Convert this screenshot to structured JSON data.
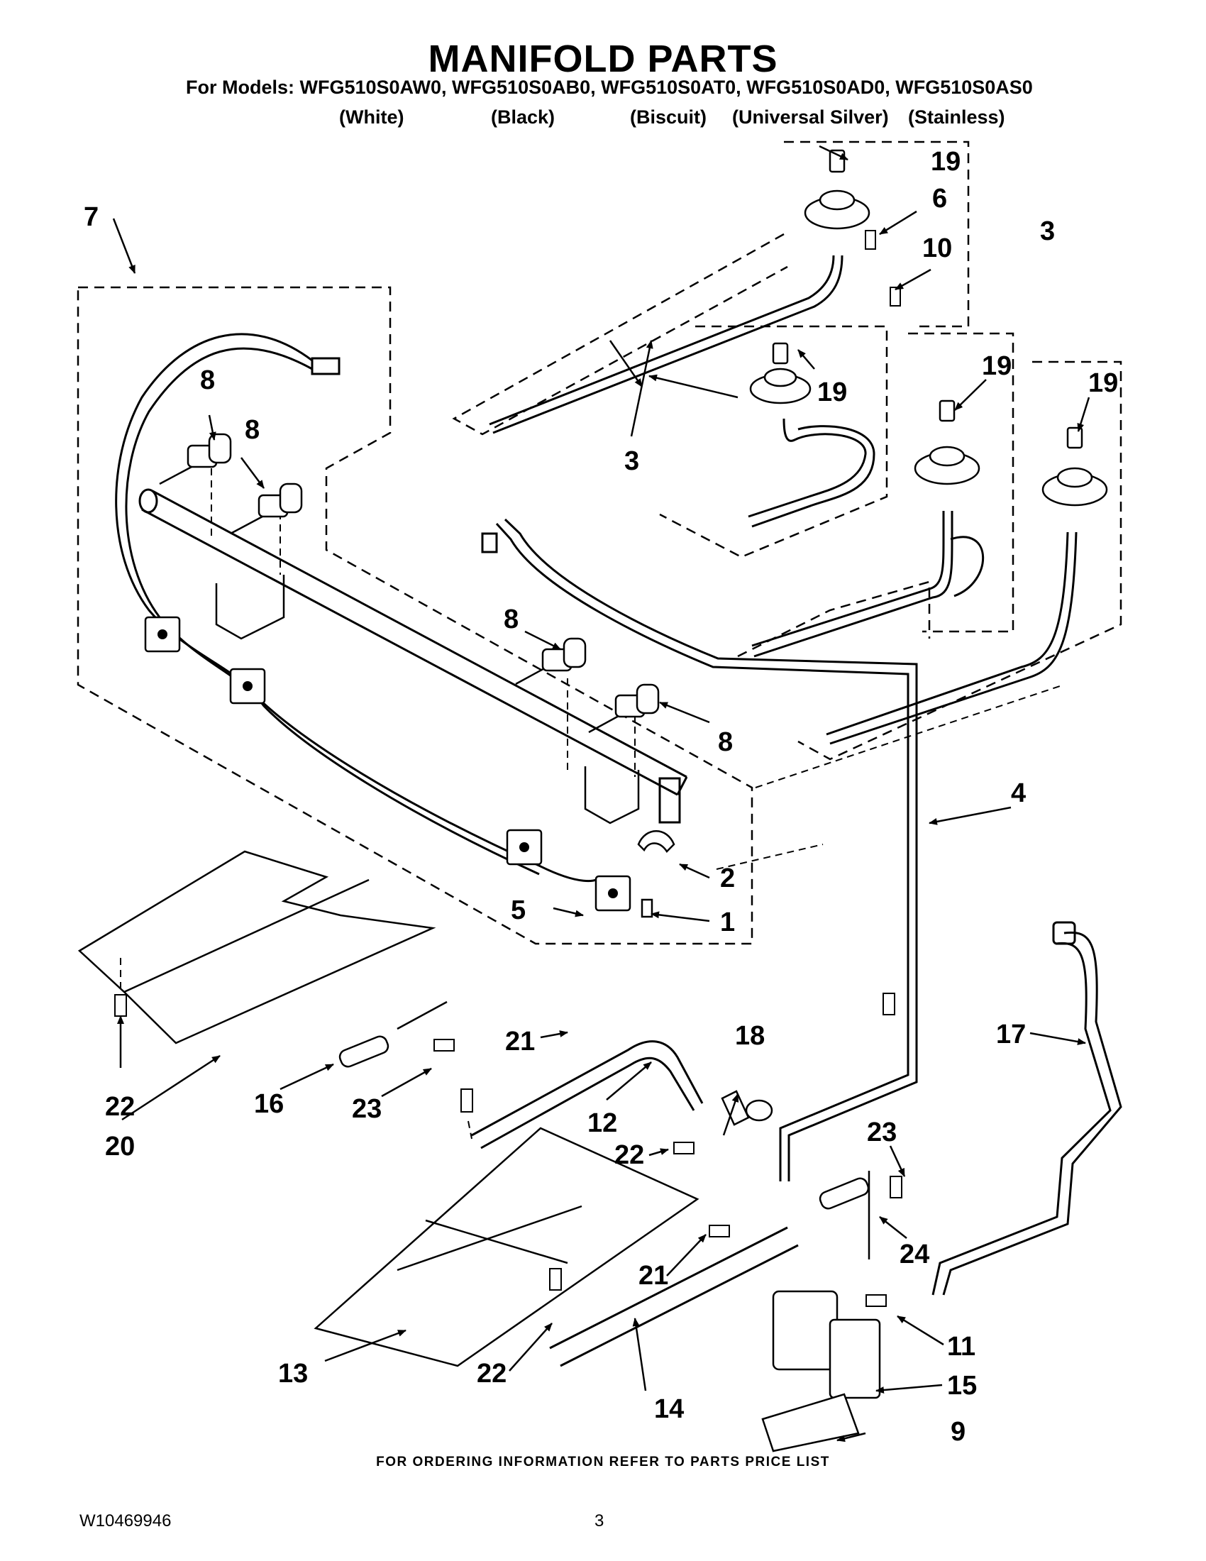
{
  "header": {
    "title": "MANIFOLD PARTS",
    "models_line": "For Models: WFG510S0AW0, WFG510S0AB0, WFG510S0AT0, WFG510S0AD0, WFG510S0AS0",
    "finishes": [
      "(White)",
      "(Black)",
      "(Biscuit)",
      "(Universal Silver)",
      "(Stainless)"
    ]
  },
  "callouts": {
    "c1": "1",
    "c2": "2",
    "c3a": "3",
    "c3b": "3",
    "c4": "4",
    "c5": "5",
    "c6": "6",
    "c7": "7",
    "c8a": "8",
    "c8b": "8",
    "c8c": "8",
    "c8d": "8",
    "c9": "9",
    "c10": "10",
    "c11": "11",
    "c12": "12",
    "c13": "13",
    "c14": "14",
    "c15": "15",
    "c16": "16",
    "c17": "17",
    "c18": "18",
    "c19a": "19",
    "c19b": "19",
    "c19c": "19",
    "c19d": "19",
    "c20": "20",
    "c21a": "21",
    "c21b": "21",
    "c22a": "22",
    "c22b": "22",
    "c22c": "22",
    "c23a": "23",
    "c23b": "23",
    "c24": "24"
  },
  "footer": {
    "ordering_note": "FOR ORDERING INFORMATION REFER TO PARTS PRICE LIST",
    "doc_number": "W10469946",
    "page_number": "3"
  }
}
